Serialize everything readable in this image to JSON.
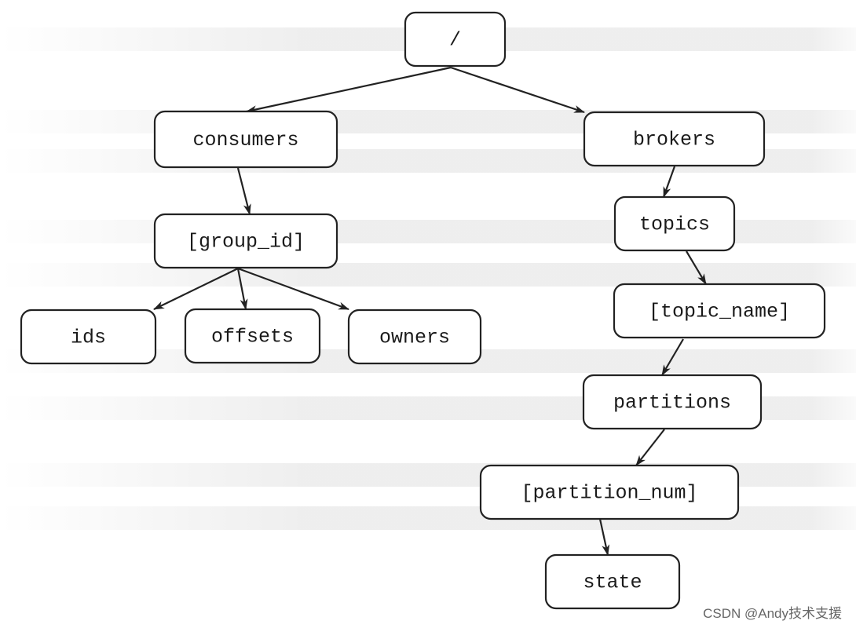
{
  "nodes": {
    "root": "/",
    "consumers": "consumers",
    "brokers": "brokers",
    "group_id": "[group_id]",
    "ids": "ids",
    "offsets": "offsets",
    "owners": "owners",
    "topics": "topics",
    "topic_name": "[topic_name]",
    "partitions": "partitions",
    "partition_num": "[partition_num]",
    "state": "state"
  },
  "edges": [
    [
      "root",
      "consumers"
    ],
    [
      "root",
      "brokers"
    ],
    [
      "consumers",
      "group_id"
    ],
    [
      "group_id",
      "ids"
    ],
    [
      "group_id",
      "offsets"
    ],
    [
      "group_id",
      "owners"
    ],
    [
      "brokers",
      "topics"
    ],
    [
      "topics",
      "topic_name"
    ],
    [
      "topic_name",
      "partitions"
    ],
    [
      "partitions",
      "partition_num"
    ],
    [
      "partition_num",
      "state"
    ]
  ],
  "watermark": "CSDN @Andy技术支援"
}
